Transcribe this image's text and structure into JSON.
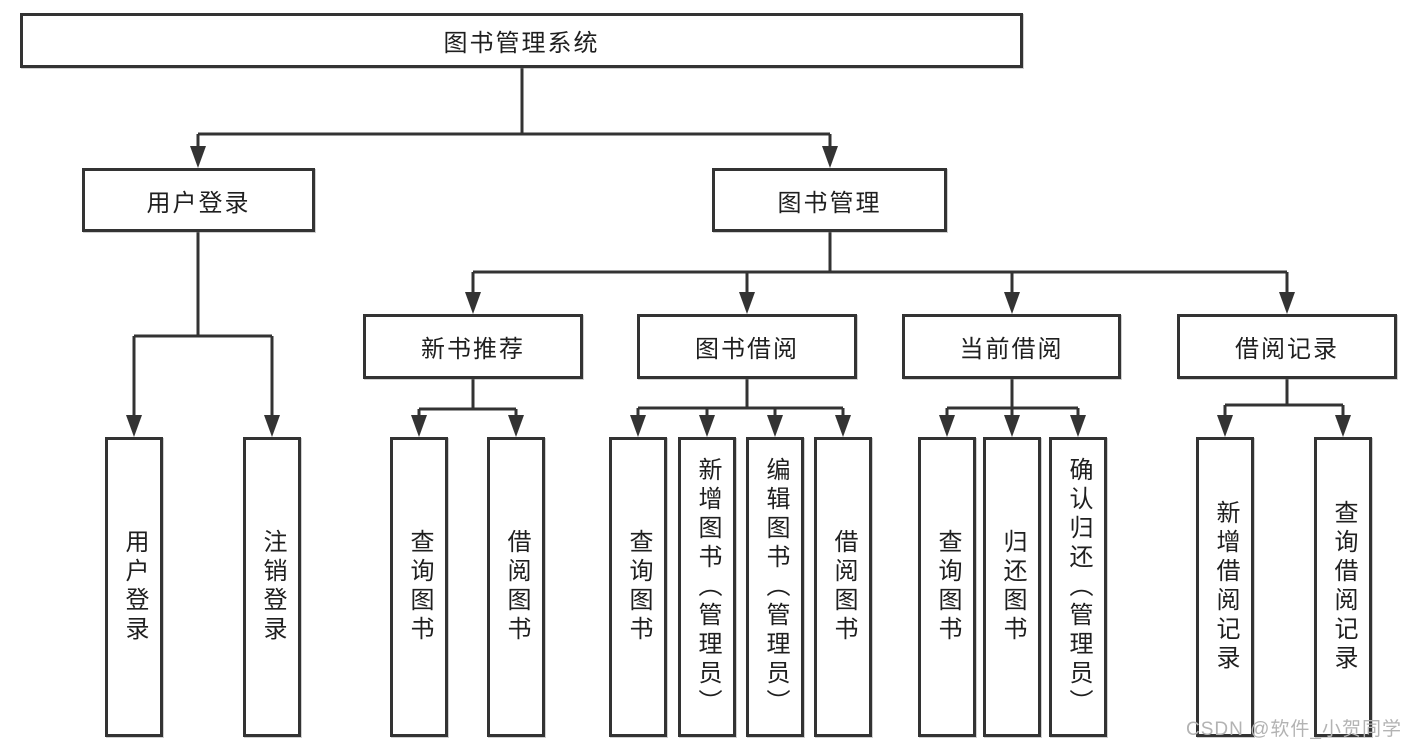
{
  "diagram": {
    "tree": {
      "label": "图书管理系统",
      "children": [
        {
          "label": "用户登录",
          "children": [
            {
              "label": "用户登录"
            },
            {
              "label": "注销登录"
            }
          ]
        },
        {
          "label": "图书管理",
          "children": [
            {
              "label": "新书推荐",
              "children": [
                {
                  "label": "查询图书"
                },
                {
                  "label": "借阅图书"
                }
              ]
            },
            {
              "label": "图书借阅",
              "children": [
                {
                  "label": "查询图书"
                },
                {
                  "label": "新增图书（管理员）"
                },
                {
                  "label": "编辑图书（管理员）"
                },
                {
                  "label": "借阅图书"
                }
              ]
            },
            {
              "label": "当前借阅",
              "children": [
                {
                  "label": "查询图书"
                },
                {
                  "label": "归还图书"
                },
                {
                  "label": "确认归还（管理员）"
                }
              ]
            },
            {
              "label": "借阅记录",
              "children": [
                {
                  "label": "新增借阅记录"
                },
                {
                  "label": "查询借阅记录"
                }
              ]
            }
          ]
        }
      ]
    },
    "colors": {
      "line": "#333333",
      "text": "#1f1f1f",
      "background": "#ffffff",
      "watermark": "#b3b3b3"
    }
  },
  "watermark": {
    "text": "CSDN @软件_小贺同学"
  }
}
